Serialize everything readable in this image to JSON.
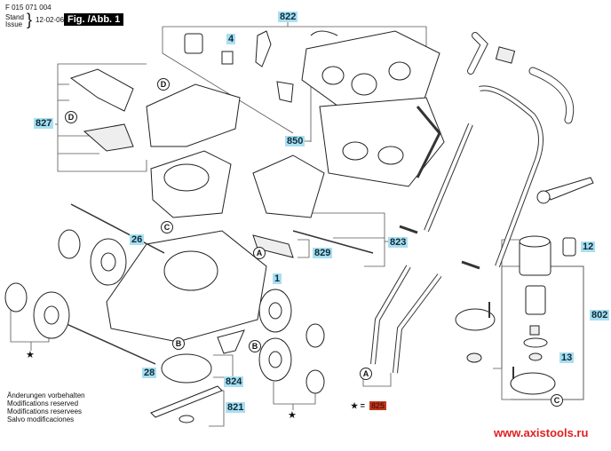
{
  "header": {
    "part_number": "F 015 071 004",
    "stand_label": "Stand",
    "issue_label": "Issue",
    "date": "12-02-06",
    "figure": "Fig. /Abb. 1"
  },
  "labels": {
    "l822": "822",
    "l4": "4",
    "l827": "827",
    "l850": "850",
    "l823": "823",
    "l829": "829",
    "l26": "26",
    "l1": "1",
    "l12": "12",
    "l802": "802",
    "l13": "13",
    "l28": "28",
    "l824": "824",
    "l821": "821"
  },
  "callouts": {
    "A": "A",
    "B": "B",
    "C": "C",
    "D": "D"
  },
  "legend": {
    "star": "★",
    "equals": "=",
    "star_part": "825"
  },
  "notes": [
    "Änderungen vorbehalten",
    "Modifications reserved",
    "Modifications reservees",
    "Salvo modificaciones"
  ],
  "watermark": "www.axistools.ru",
  "colors": {
    "label_bg": "#a9dff0",
    "star_label_bg": "#c0381c",
    "watermark": "#e02020"
  }
}
